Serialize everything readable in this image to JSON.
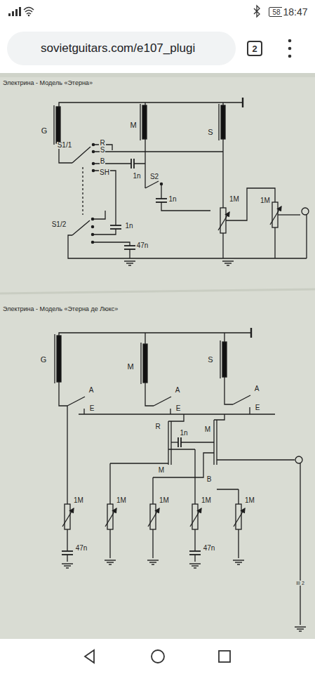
{
  "diagram": {
    "nodes": [
      {
        "text": [
          "58"
        ]
      },
      {
        "text": [
          "sovietguitars.com/e107_plugi"
        ]
      },
      {
        "text": [
          "2"
        ]
      }
    ],
    "labels": [
      "18:47",
      "Электрина - Модель «Этерна»",
      "G",
      "M",
      "S",
      "S1/1",
      "R",
      "S",
      "B",
      "SH",
      "1n",
      "S2",
      "1n",
      "1M",
      "1M",
      "S1/2",
      "1n",
      "47n",
      "Электрина - Модель «Этерна де Люкс»",
      "G",
      "M",
      "S",
      "A",
      "A",
      "A",
      "E",
      "E",
      "E",
      "R",
      "1n",
      "M",
      "M",
      "B",
      "1M",
      "1M",
      "1M",
      "1M",
      "1M",
      "47n",
      "47n",
      "III 2"
    ]
  }
}
